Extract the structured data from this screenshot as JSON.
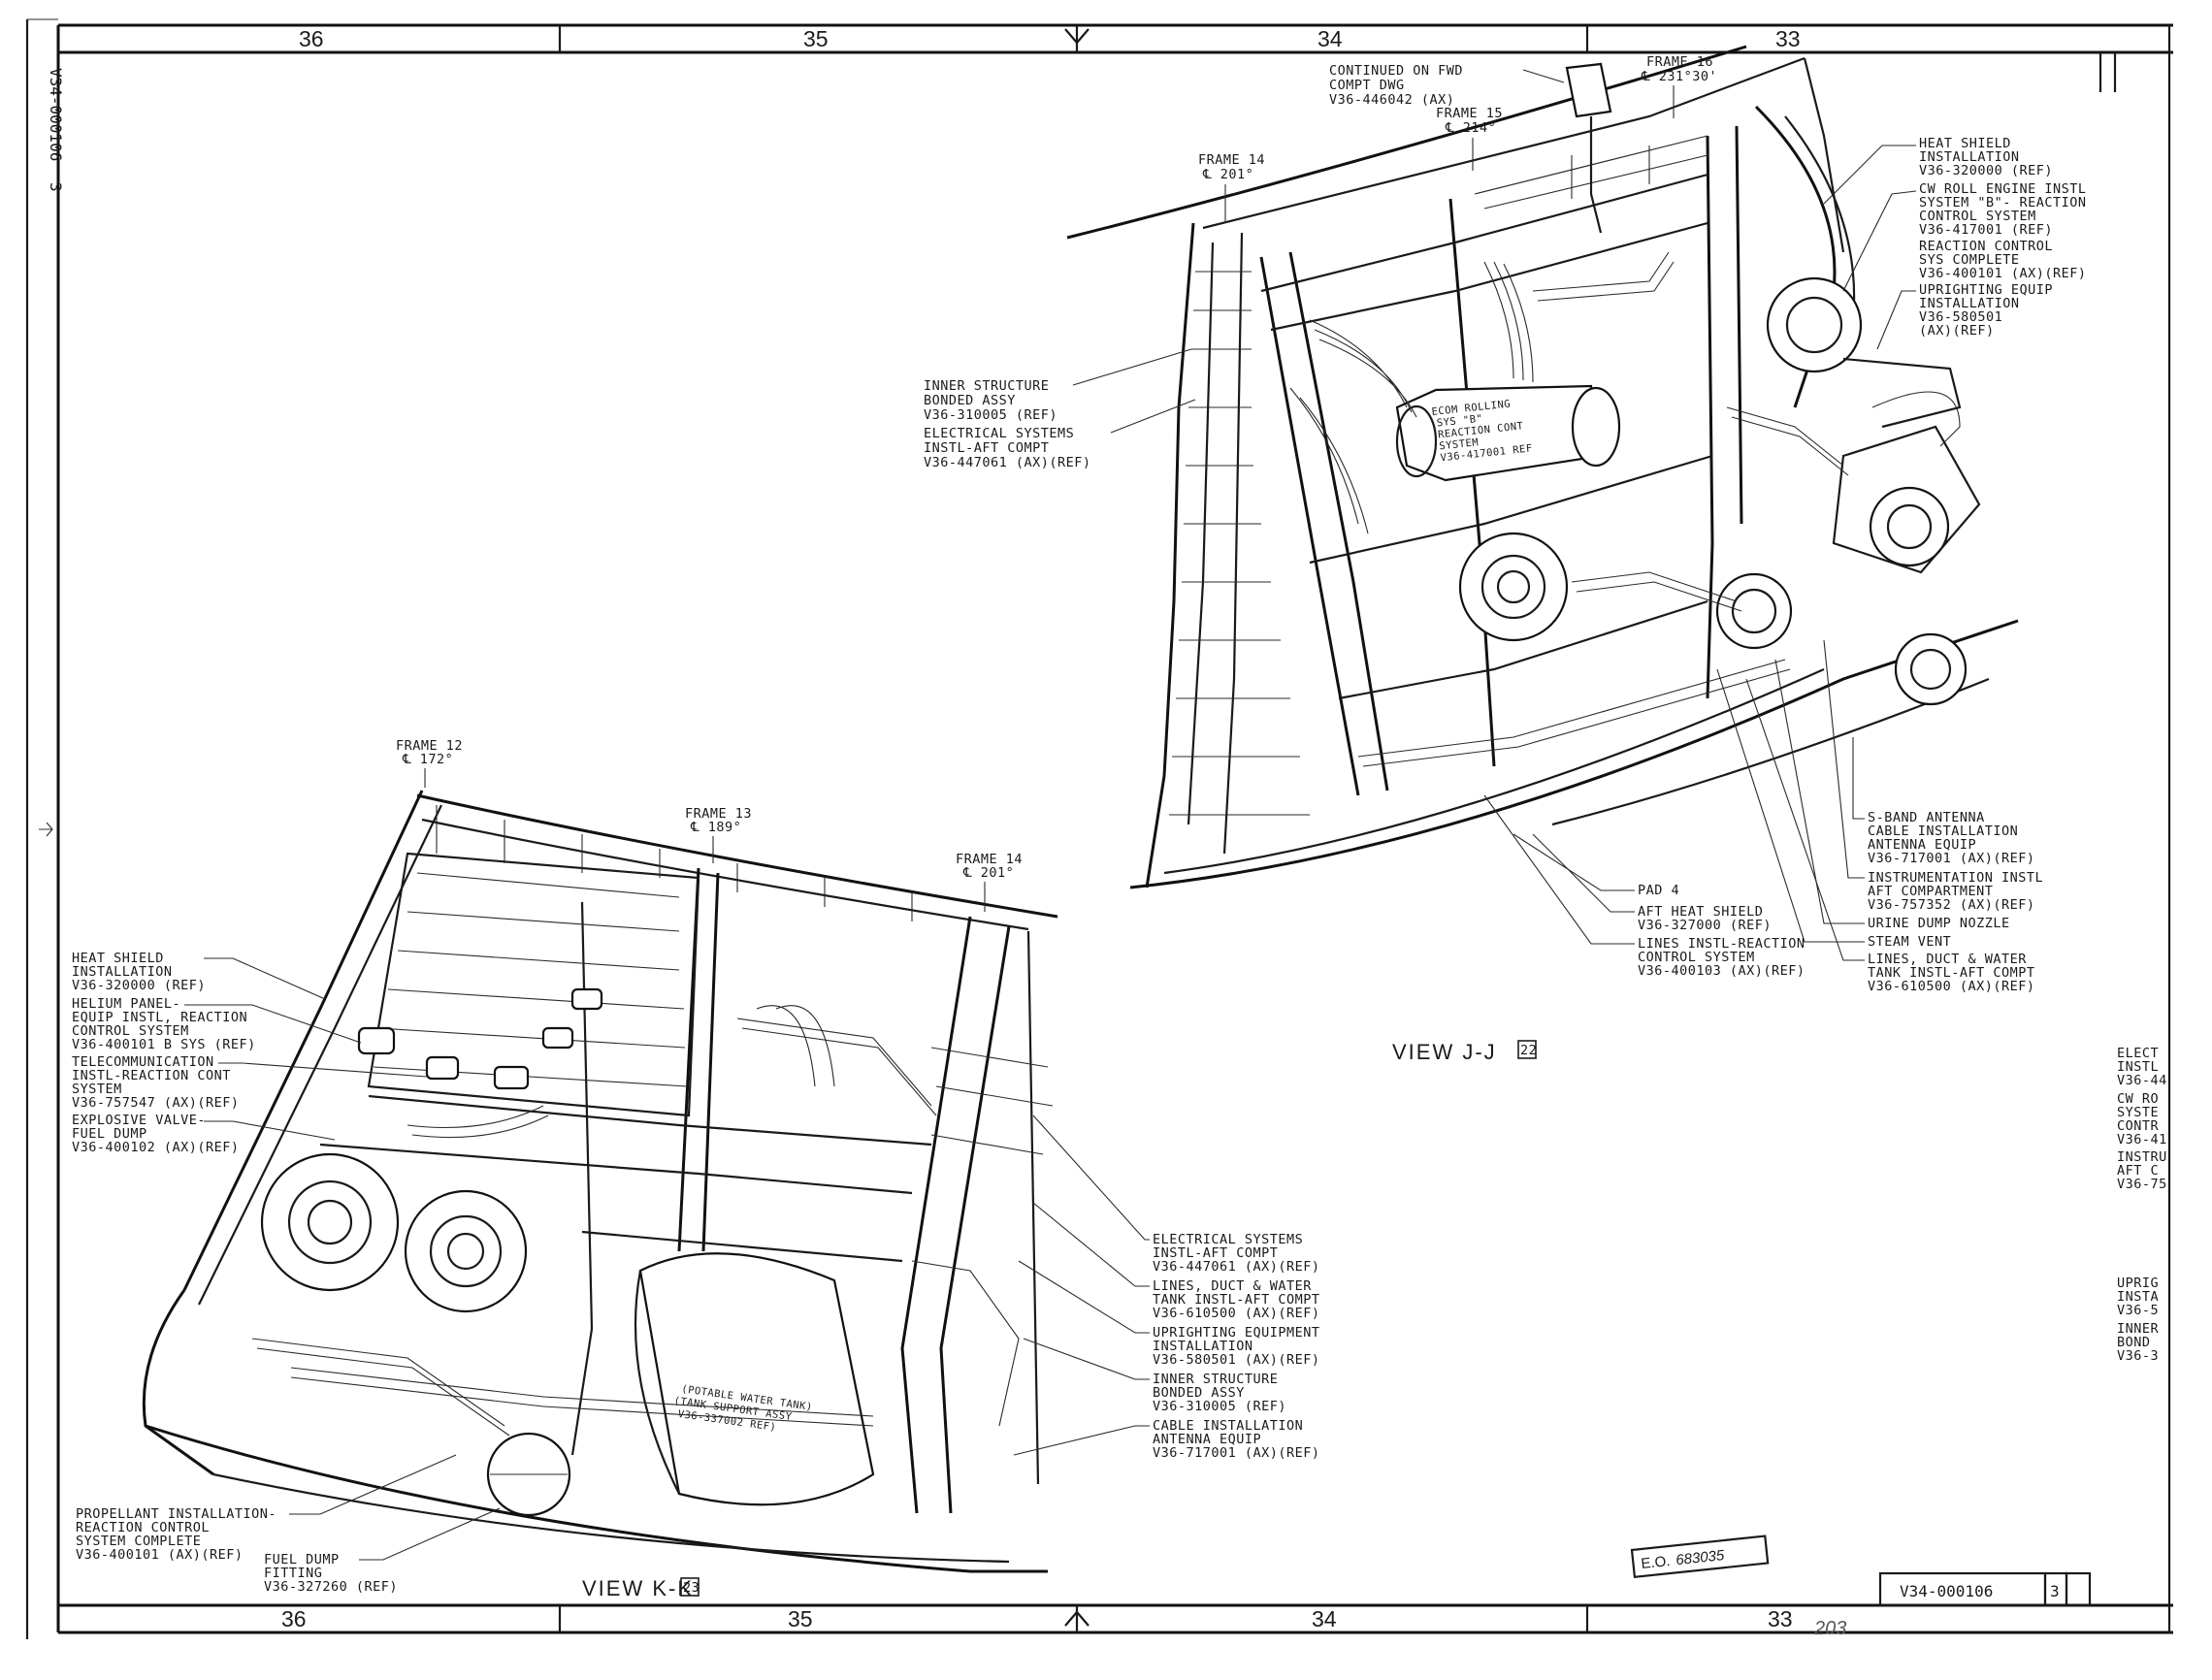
{
  "sheet": {
    "side_code": "V34-000106",
    "side_sheet": "3",
    "dwg_no": "V34-000106",
    "sheet_no": "3",
    "eo_label": "E.O.",
    "eo_number": "683035",
    "handwritten": "203"
  },
  "zones": {
    "top": [
      "36",
      "35",
      "34",
      "33"
    ],
    "bottom": [
      "36",
      "35",
      "34",
      "33"
    ]
  },
  "view_jj": {
    "title": "VIEW J-J",
    "ref": "22",
    "frames": [
      {
        "name": "FRAME 14",
        "sta": "℄ 201°"
      },
      {
        "name": "FRAME 15",
        "sta": "℄ 214°"
      },
      {
        "name": "FRAME 16",
        "sta": "℄ 231°30'"
      }
    ],
    "top_note": [
      "CONTINUED ON FWD",
      "COMPT DWG",
      "V36-446042 (AX)"
    ],
    "tank_label": [
      "ECOM ROLLING",
      "SYS \"B\"",
      "REACTION CONT",
      "SYSTEM",
      "V36-417001 REF"
    ],
    "left_callouts": [
      [
        "INNER STRUCTURE",
        "BONDED ASSY",
        "V36-310005 (REF)"
      ],
      [
        "ELECTRICAL SYSTEMS",
        "INSTL-AFT COMPT",
        "V36-447061 (AX)(REF)"
      ]
    ],
    "right_callouts": [
      [
        "HEAT SHIELD",
        "INSTALLATION",
        "V36-320000 (REF)"
      ],
      [
        "CW ROLL ENGINE INSTL",
        "SYSTEM \"B\"- REACTION",
        "CONTROL SYSTEM",
        "V36-417001 (REF)"
      ],
      [
        "REACTION CONTROL",
        "SYS COMPLETE",
        "V36-400101 (AX)(REF)"
      ],
      [
        "UPRIGHTING EQUIP",
        "INSTALLATION",
        "V36-580501",
        "(AX)(REF)"
      ]
    ],
    "lower_right_callouts": [
      [
        "S-BAND ANTENNA",
        "CABLE INSTALLATION",
        "ANTENNA EQUIP",
        "V36-717001 (AX)(REF)"
      ],
      [
        "INSTRUMENTATION INSTL",
        "AFT COMPARTMENT",
        "V36-757352 (AX)(REF)"
      ],
      [
        "URINE DUMP NOZZLE"
      ],
      [
        "STEAM VENT"
      ],
      [
        "LINES, DUCT & WATER",
        "TANK INSTL-AFT COMPT",
        "V36-610500 (AX)(REF)"
      ]
    ],
    "lower_left_callouts": [
      [
        "PAD 4"
      ],
      [
        "AFT HEAT SHIELD",
        "V36-327000 (REF)"
      ],
      [
        "LINES INSTL-REACTION",
        "CONTROL SYSTEM",
        "V36-400103 (AX)(REF)"
      ]
    ]
  },
  "view_kk": {
    "title": "VIEW K-K",
    "ref": "23",
    "frames": [
      {
        "name": "FRAME 12",
        "sta": "℄ 172°"
      },
      {
        "name": "FRAME 13",
        "sta": "℄ 189°"
      },
      {
        "name": "FRAME 14",
        "sta": "℄ 201°"
      }
    ],
    "tank_label": [
      "(POTABLE WATER TANK)",
      "(TANK SUPPORT ASSY",
      "V36-337002 REF)"
    ],
    "left_callouts": [
      [
        "HEAT SHIELD",
        "INSTALLATION",
        "V36-320000 (REF)"
      ],
      [
        "HELIUM PANEL-",
        "EQUIP INSTL, REACTION",
        "CONTROL SYSTEM",
        "V36-400101 B SYS (REF)"
      ],
      [
        "TELECOMMUNICATION",
        "INSTL-REACTION CONT",
        "SYSTEM",
        "V36-757547 (AX)(REF)"
      ],
      [
        "EXPLOSIVE VALVE-",
        "FUEL DUMP",
        "V36-400102 (AX)(REF)"
      ]
    ],
    "bottom_left_callouts": [
      [
        "PROPELLANT INSTALLATION-",
        "REACTION CONTROL",
        "SYSTEM COMPLETE",
        "V36-400101 (AX)(REF)"
      ],
      [
        "FUEL DUMP",
        "FITTING",
        "V36-327260 (REF)"
      ]
    ],
    "right_callouts": [
      [
        "ELECTRICAL SYSTEMS",
        "INSTL-AFT COMPT",
        "V36-447061 (AX)(REF)"
      ],
      [
        "LINES, DUCT & WATER",
        "TANK INSTL-AFT COMPT",
        "V36-610500 (AX)(REF)"
      ],
      [
        "UPRIGHTING EQUIPMENT",
        "INSTALLATION",
        "V36-580501 (AX)(REF)"
      ],
      [
        "INNER STRUCTURE",
        "BONDED ASSY",
        "V36-310005 (REF)"
      ],
      [
        "CABLE INSTALLATION",
        "ANTENNA EQUIP",
        "V36-717001 (AX)(REF)"
      ]
    ]
  },
  "edge_fragments": [
    [
      "ELECT",
      "INSTL",
      "V36-44"
    ],
    [
      "CW RO",
      "SYSTE",
      "CONTR",
      "V36-41"
    ],
    [
      "INSTRU",
      "AFT C",
      "V36-75"
    ],
    [
      "UPRIG",
      "INSTA",
      "V36-5"
    ],
    [
      "INNER",
      "BOND",
      "V36-3"
    ]
  ]
}
